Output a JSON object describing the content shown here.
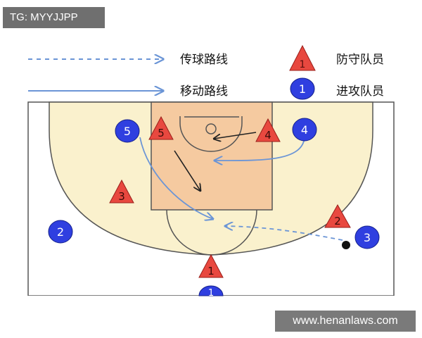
{
  "watermark_top_left": "TG: MYYJJPP",
  "watermark_bottom_right": "www.henanlaws.com",
  "legend": {
    "pass_route": "传球路线",
    "move_route": "移动路线",
    "defender": "防守队员",
    "attacker": "进攻队员",
    "defender_symbol_number": "1",
    "attacker_symbol_number": "1"
  },
  "players": {
    "attackers": [
      "5",
      "4",
      "2",
      "3",
      "1"
    ],
    "defenders": [
      "5",
      "4",
      "3",
      "2",
      "1"
    ]
  },
  "colors": {
    "court_light": "#faf1cd",
    "paint": "#f5caa0",
    "line": "#555555",
    "pass_arrow": "#6b95d6",
    "attacker_fill": "#2f3fe0",
    "defender_fill": "#e8483f"
  }
}
